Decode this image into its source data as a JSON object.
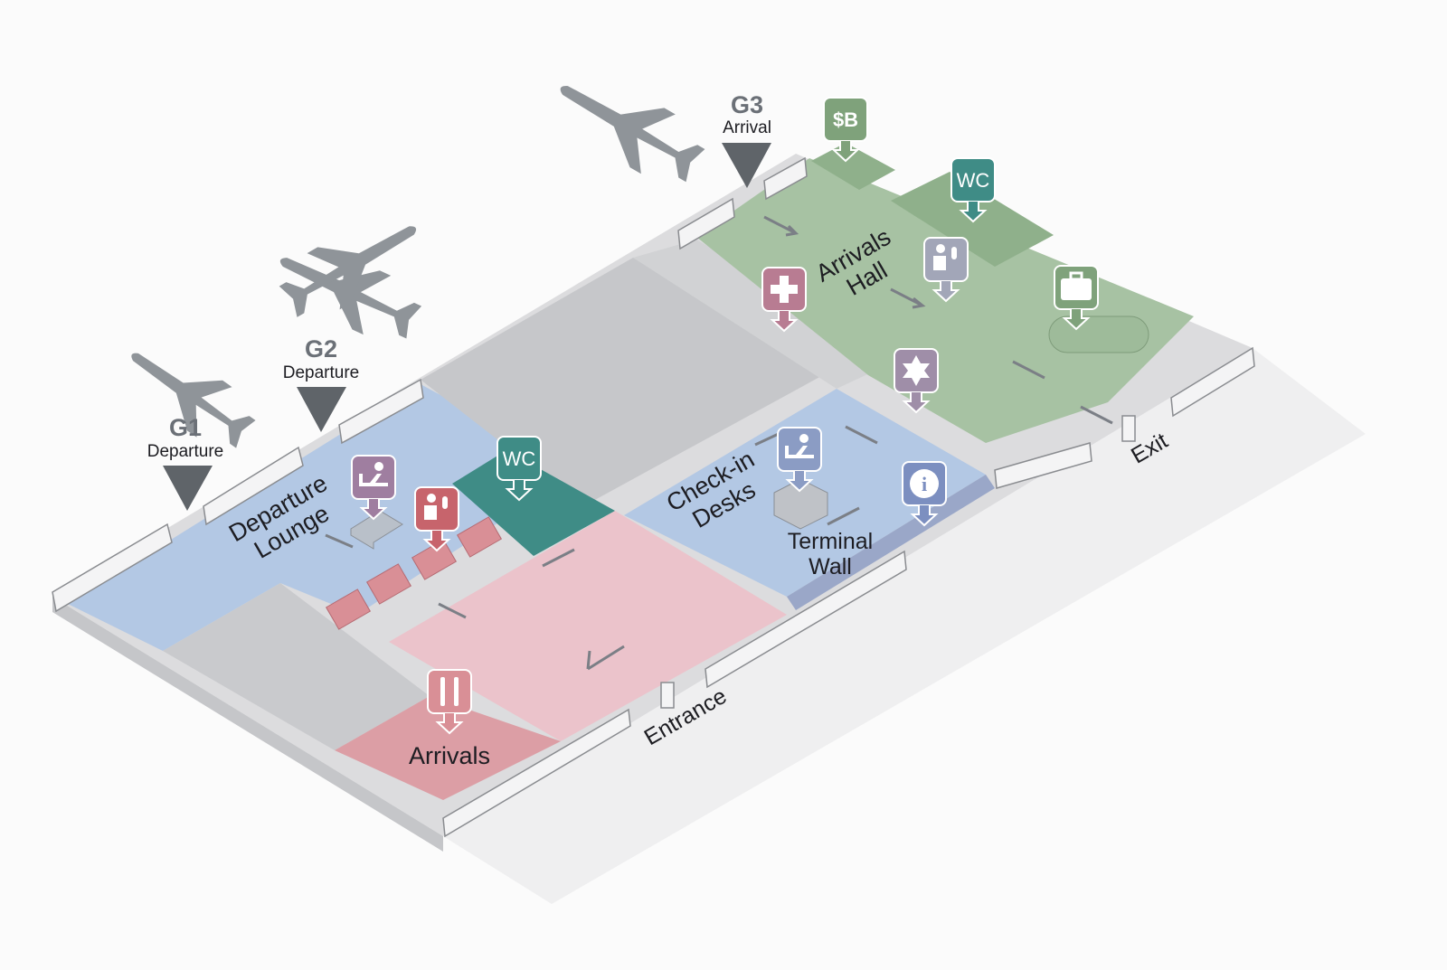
{
  "gates": [
    {
      "code": "G1",
      "label": "Departure"
    },
    {
      "code": "G2",
      "label": "Departure"
    },
    {
      "code": "G3",
      "label": "Arrival"
    }
  ],
  "zones": {
    "departure_lounge": [
      "Departure",
      "Lounge"
    ],
    "arrivals_hall": [
      "Arrivals",
      "Hall"
    ],
    "check_in": [
      "Check-in",
      "Desks"
    ],
    "terminal_wall": [
      "Terminal",
      "Wall"
    ],
    "arrivals": "Arrivals",
    "entrance": "Entrance",
    "exit": "Exit"
  },
  "signs": {
    "wc_departure": "WC",
    "wc_arrivals": "WC",
    "currency_exchange": "$B",
    "first_aid": "first-aid-icon",
    "info": "i",
    "star": "star-icon",
    "baggage": "luggage-icon",
    "customs": "customs-officer-icon",
    "check_in_desk": "check-in-desk-icon",
    "security_departure": "security-desk-icon",
    "dining": "restaurant-icon"
  },
  "colors": {
    "departure_blue": "#b3c8e4",
    "arrivals_green": "#a7c2a3",
    "pink": "#ebc3cb",
    "arrivals_red": "#dc9ea5",
    "teal": "#3f8c86",
    "gray": "#c9cacd",
    "plane": "#8f9499"
  }
}
